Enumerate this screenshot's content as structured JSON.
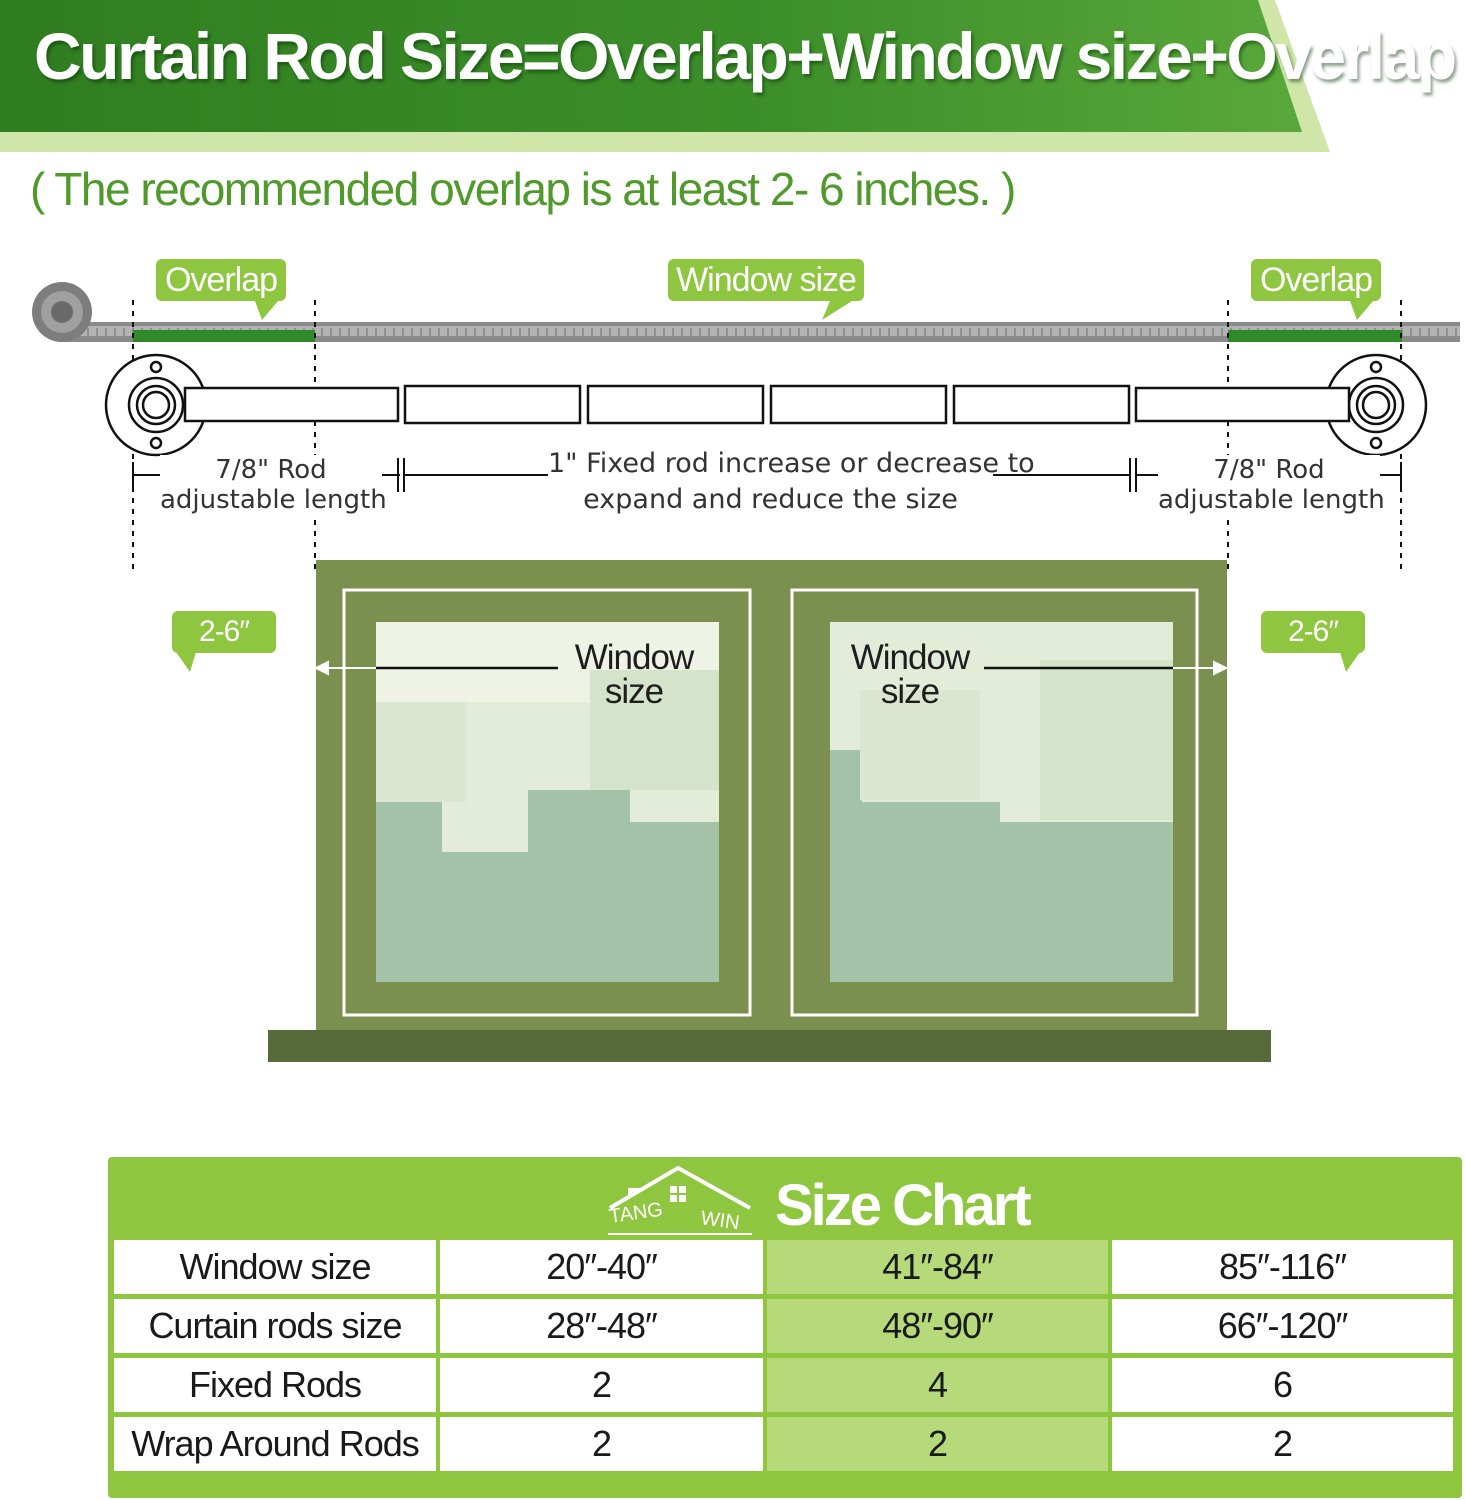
{
  "header": {
    "title": "Curtain Rod Size=Overlap+Window size+Overlap",
    "subtitle": "( The recommended overlap is at least 2- 6 inches. )"
  },
  "diagram": {
    "overlap_left": "Overlap",
    "window_size_tag": "Window size",
    "overlap_right": "Overlap",
    "rod_left_label": [
      "7/8\"  Rod",
      "adjustable length"
    ],
    "fixed_rod_label": [
      "1\" Fixed rod  increase or decrease to",
      "expand and reduce the size"
    ],
    "rod_right_label": [
      "7/8\"  Rod",
      "adjustable length"
    ],
    "overlap_left_value": "2-6″",
    "overlap_right_value": "2-6″",
    "window_left_label": [
      "Window",
      "size"
    ],
    "window_right_label": [
      "Window",
      "size"
    ]
  },
  "size_chart": {
    "title": "Size Chart",
    "logo_text": [
      "TANG",
      "WIN"
    ],
    "rows": [
      {
        "label": "Window size",
        "values": [
          "20″-40″",
          "41″-84″",
          "85″-116″"
        ]
      },
      {
        "label": "Curtain rods size",
        "values": [
          "28″-48″",
          "48″-90″",
          "66″-120″"
        ]
      },
      {
        "label": "Fixed Rods",
        "values": [
          "2",
          "4",
          "6"
        ]
      },
      {
        "label": "Wrap Around Rods",
        "values": [
          "2",
          "2",
          "2"
        ]
      }
    ]
  },
  "colors": {
    "banner_dark": "#2e7d1f",
    "banner_light": "#cfe6a8",
    "accent_green": "#8ec63f",
    "window_frame": "#7b8f4f",
    "window_sill": "#566b39",
    "glass": "#a3c2a8"
  }
}
